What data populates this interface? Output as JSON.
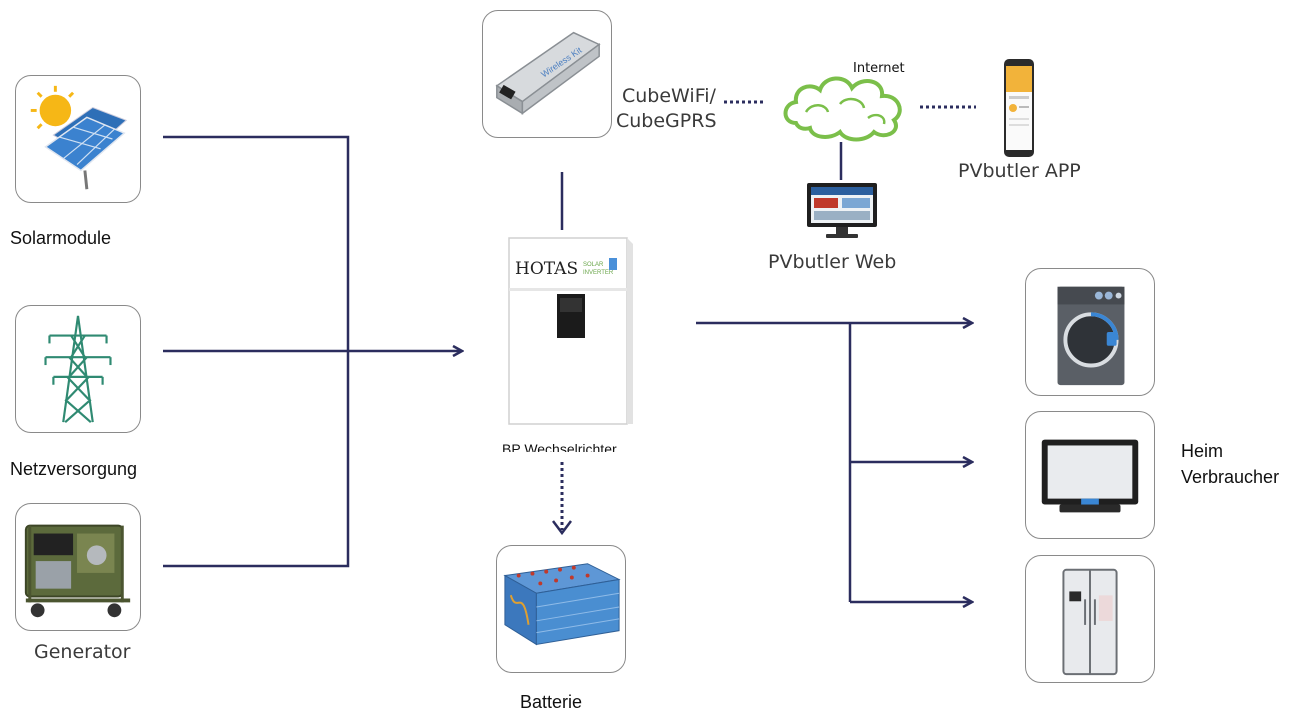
{
  "labels": {
    "solar": "Solarmodule",
    "grid": "Netzversorgung",
    "generator": "Generator",
    "inverter": "BP Wechselrichter",
    "battery": "Batterie",
    "cube": "CubeWiFi/\nCubeGPRS",
    "cube_line1": "CubeWiFi/",
    "cube_line2": "CubeGPRS",
    "internet": "Internet",
    "app": "PVbutler APP",
    "web": "PVbutler Web",
    "consumers_line1": "Heim",
    "consumers_line2": "Verbraucher"
  },
  "device_texts": {
    "wireless_kit": "Wireless Kit",
    "brand": "HOTAS",
    "brand_sub1": "SOLAR",
    "brand_sub2": "INVERTER"
  },
  "icons": {
    "solar": "solar-panel-icon",
    "grid": "power-pylon-icon",
    "generator": "generator-icon",
    "wifi_kit": "wireless-kit-icon",
    "cloud": "cloud-icon",
    "phone": "smartphone-icon",
    "monitor": "monitor-icon",
    "inverter": "inverter-icon",
    "battery": "battery-icon",
    "washer": "washing-machine-icon",
    "tv": "tv-icon",
    "fridge": "fridge-icon"
  },
  "colors": {
    "wire": "#2b2d5e",
    "box_border": "#8a8a8a",
    "cloud": "#7bbf4a",
    "battery": "#4a8ed1",
    "pylon": "#2f8a72"
  }
}
